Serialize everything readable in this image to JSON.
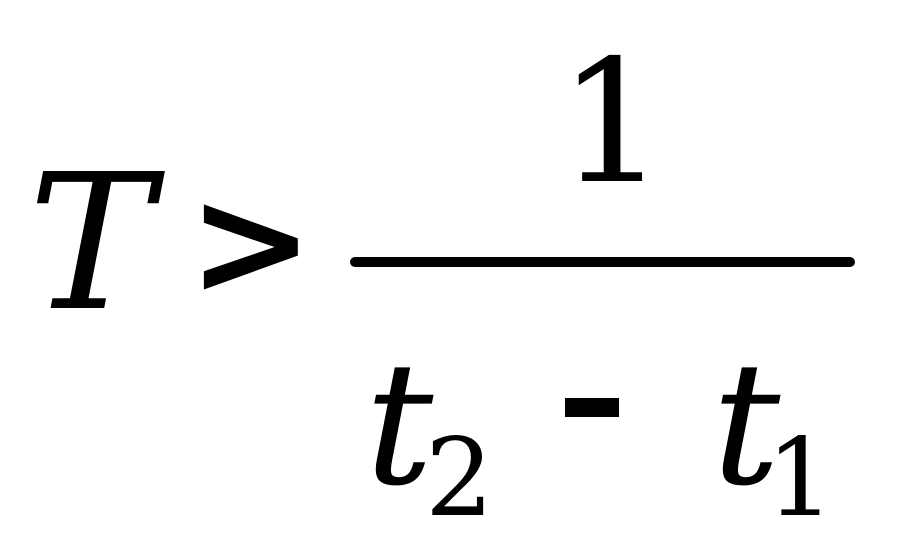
{
  "formula": {
    "lhs": "T",
    "operator": ">",
    "numerator": "1",
    "denominator": {
      "term1_base": "t",
      "term1_sub": "2",
      "minus": "-",
      "term2_base": "t",
      "term2_sub": "1"
    }
  }
}
